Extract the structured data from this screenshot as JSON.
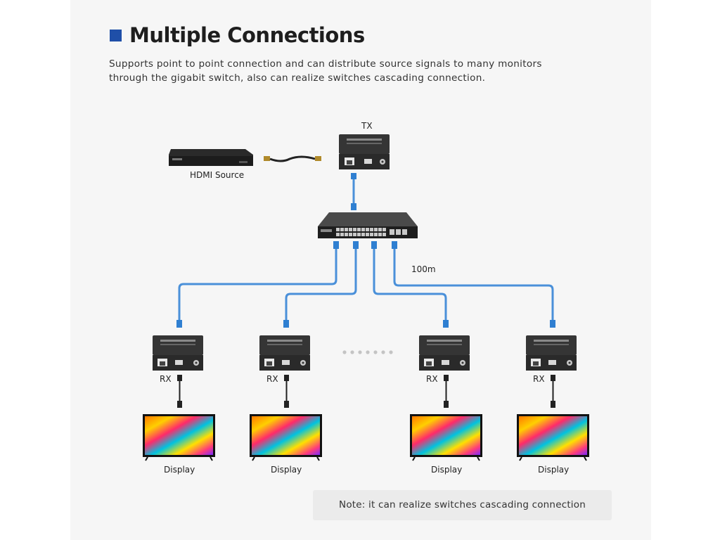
{
  "header": {
    "title": "Multiple Connections",
    "description": "Supports point to point connection and can distribute source signals to many monitors through the gigabit switch, also can realize switches cascading connection."
  },
  "diagram": {
    "tx_label": "TX",
    "source_label": "HDMI Source",
    "distance_label": "100m",
    "receivers": [
      {
        "label": "RX",
        "display_label": "Display"
      },
      {
        "label": "RX",
        "display_label": "Display"
      },
      {
        "label": "RX",
        "display_label": "Display"
      },
      {
        "label": "RX",
        "display_label": "Display"
      }
    ]
  },
  "note": "Note: it can realize switches cascading connection",
  "colors": {
    "accent": "#1f4fa8",
    "cable": "#4a90d9",
    "device": "#2f2f2f",
    "panel": "#f6f6f6"
  }
}
